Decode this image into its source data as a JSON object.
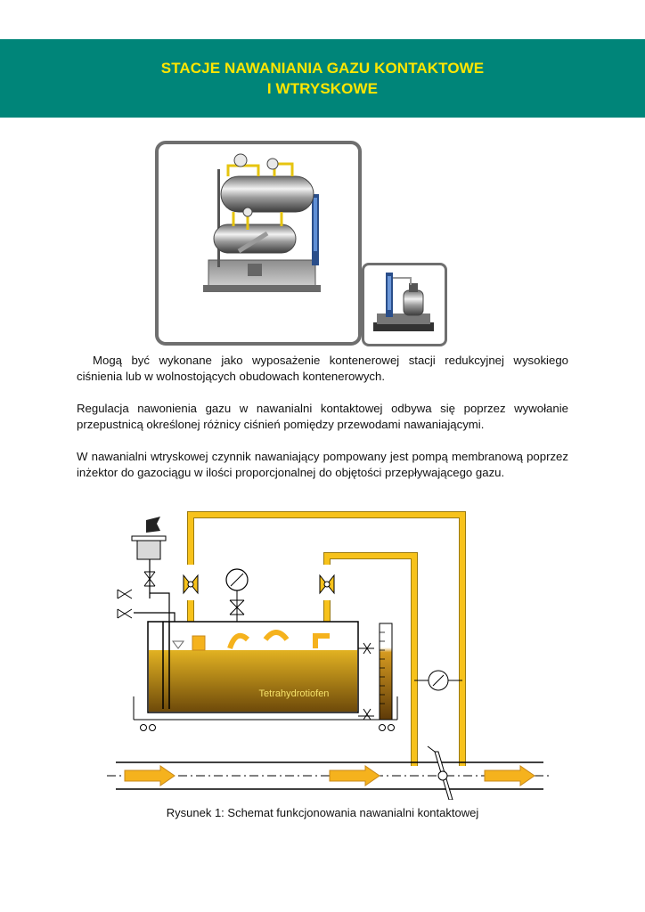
{
  "header": {
    "title_line1": "STACJE NAWANIANIA GAZU KONTAKTOWE",
    "title_line2": "I WTRYSKOWE"
  },
  "photos": {
    "main": "contact-odorization-station-photo",
    "secondary": "injection-odorization-station-photo"
  },
  "body": {
    "paragraph1": "Mogą być wykonane jako wyposażenie kontenerowej stacji redukcyjnej wysokiego ciśnienia lub w wolnostojących obudowach kontenerowych.",
    "paragraph2": "Regulacja nawonienia gazu w nawanialni kontaktowej odbywa się poprzez wywołanie przepustnicą określonej różnicy ciśnień pomiędzy przewodami nawaniającymi.",
    "paragraph3": "W nawanialni wtryskowej czynnik nawaniający pompowany jest pompą membranową poprzez inżektor do gazociągu w ilości proporcjonalnej do objętości przepływającego gazu."
  },
  "diagram": {
    "tank_label": "Tetrahydrotiofen",
    "colors": {
      "pipe": "#f7c21b",
      "liquid": "#b3870e",
      "teal": "#008579",
      "arrow": "#f5b21d"
    }
  },
  "caption": "Rysunek 1: Schemat funkcjonowania nawanialni kontaktowej"
}
